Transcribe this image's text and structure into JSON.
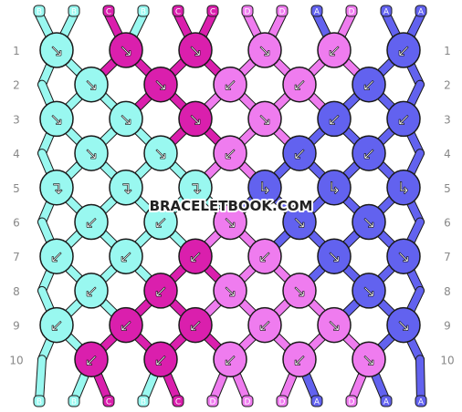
{
  "watermark": "BRACELETBOOK.COM",
  "colors": {
    "B": "#99f8f0",
    "C": "#da1fad",
    "D": "#ef7cef",
    "A": "#6262ef",
    "outline": "#1a1a1a",
    "row_label": "#888888"
  },
  "top_strings": [
    "B",
    "B",
    "C",
    "B",
    "C",
    "C",
    "D",
    "D",
    "A",
    "D",
    "A",
    "A"
  ],
  "bottom_strings": [
    "B",
    "B",
    "C",
    "B",
    "C",
    "D",
    "D",
    "D",
    "A",
    "D",
    "A",
    "A"
  ],
  "rows": [
    {
      "label": "1",
      "knots": [
        {
          "c": "B",
          "a": "↘"
        },
        {
          "c": "C",
          "a": "↘"
        },
        {
          "c": "C",
          "a": "↘"
        },
        {
          "c": "D",
          "a": "↘"
        },
        {
          "c": "D",
          "a": "↙"
        },
        {
          "c": "A",
          "a": "↙"
        }
      ]
    },
    {
      "label": "2",
      "knots": [
        {
          "c": "B",
          "a": "↘"
        },
        {
          "c": "C",
          "a": "↘"
        },
        {
          "c": "D",
          "a": "↙"
        },
        {
          "c": "D",
          "a": "↙"
        },
        {
          "c": "A",
          "a": "↙"
        }
      ]
    },
    {
      "label": "3",
      "knots": [
        {
          "c": "B",
          "a": "↘"
        },
        {
          "c": "B",
          "a": "↘"
        },
        {
          "c": "C",
          "a": "↘"
        },
        {
          "c": "D",
          "a": "↘"
        },
        {
          "c": "A",
          "a": "↙"
        },
        {
          "c": "A",
          "a": "↙"
        }
      ]
    },
    {
      "label": "4",
      "knots": [
        {
          "c": "B",
          "a": "↘"
        },
        {
          "c": "B",
          "a": "↘"
        },
        {
          "c": "D",
          "a": "↙"
        },
        {
          "c": "A",
          "a": "↙"
        },
        {
          "c": "A",
          "a": "↙"
        }
      ]
    },
    {
      "label": "5",
      "knots": [
        {
          "c": "B",
          "a": "↴"
        },
        {
          "c": "B",
          "a": "↴"
        },
        {
          "c": "B",
          "a": "↴"
        },
        {
          "c": "A",
          "a": "↳"
        },
        {
          "c": "A",
          "a": "↳"
        },
        {
          "c": "A",
          "a": "↳"
        }
      ]
    },
    {
      "label": "6",
      "knots": [
        {
          "c": "B",
          "a": "↙"
        },
        {
          "c": "B",
          "a": "↙"
        },
        {
          "c": "D",
          "a": "↘"
        },
        {
          "c": "A",
          "a": "↘"
        },
        {
          "c": "A",
          "a": "↘"
        }
      ]
    },
    {
      "label": "7",
      "knots": [
        {
          "c": "B",
          "a": "↙"
        },
        {
          "c": "B",
          "a": "↙"
        },
        {
          "c": "C",
          "a": "↙"
        },
        {
          "c": "D",
          "a": "↙"
        },
        {
          "c": "A",
          "a": "↘"
        },
        {
          "c": "A",
          "a": "↘"
        }
      ]
    },
    {
      "label": "8",
      "knots": [
        {
          "c": "B",
          "a": "↙"
        },
        {
          "c": "C",
          "a": "↙"
        },
        {
          "c": "D",
          "a": "↘"
        },
        {
          "c": "D",
          "a": "↘"
        },
        {
          "c": "A",
          "a": "↘"
        }
      ]
    },
    {
      "label": "9",
      "knots": [
        {
          "c": "B",
          "a": "↙"
        },
        {
          "c": "C",
          "a": "↙"
        },
        {
          "c": "C",
          "a": "↙"
        },
        {
          "c": "D",
          "a": "↙"
        },
        {
          "c": "D",
          "a": "↘"
        },
        {
          "c": "A",
          "a": "↘"
        }
      ]
    },
    {
      "label": "10",
      "knots": [
        {
          "c": "C",
          "a": "↙"
        },
        {
          "c": "C",
          "a": "↙"
        },
        {
          "c": "D",
          "a": "↙"
        },
        {
          "c": "D",
          "a": "↙"
        },
        {
          "c": "D",
          "a": "↘"
        }
      ]
    }
  ]
}
